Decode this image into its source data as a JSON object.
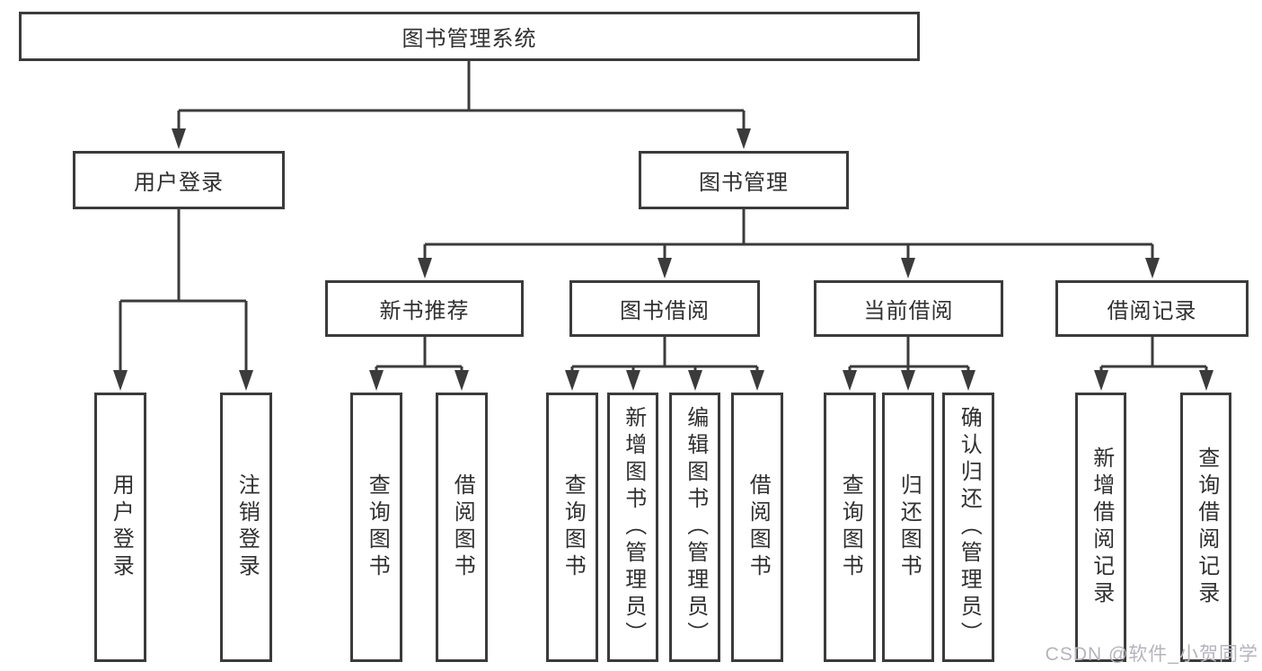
{
  "tree": {
    "root": {
      "label": "图书管理系统"
    },
    "branches": [
      {
        "label": "用户登录",
        "leaves": [
          {
            "label": "用户登录"
          },
          {
            "label": "注销登录"
          }
        ]
      },
      {
        "label": "图书管理",
        "groups": [
          {
            "label": "新书推荐",
            "leaves": [
              {
                "label": "查询图书"
              },
              {
                "label": "借阅图书"
              }
            ]
          },
          {
            "label": "图书借阅",
            "leaves": [
              {
                "label": "查询图书"
              },
              {
                "label": "新增图书（管理员）"
              },
              {
                "label": "编辑图书（管理员）"
              },
              {
                "label": "借阅图书"
              }
            ]
          },
          {
            "label": "当前借阅",
            "leaves": [
              {
                "label": "查询图书"
              },
              {
                "label": "归还图书"
              },
              {
                "label": "确认归还（管理员）"
              }
            ]
          },
          {
            "label": "借阅记录",
            "leaves": [
              {
                "label": "新增借阅记录"
              },
              {
                "label": "查询借阅记录"
              }
            ]
          }
        ]
      }
    ]
  },
  "watermark": "CSDN @软件_小贺同学",
  "colors": {
    "line": "#3b3b3b",
    "text": "#303030",
    "box_background": "#ffffff",
    "watermark": "#b4b4bc"
  }
}
